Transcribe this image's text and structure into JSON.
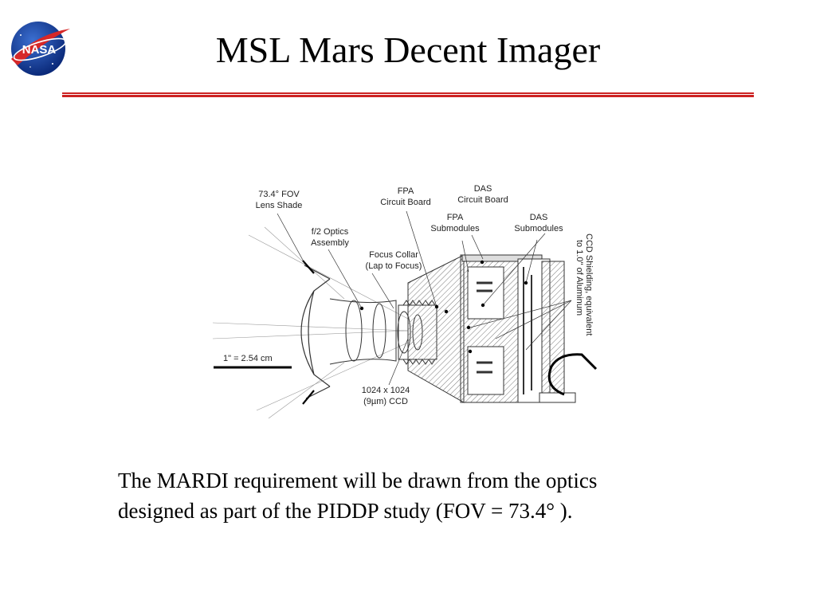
{
  "header": {
    "title": "MSL Mars Decent Imager",
    "logo_text": "NASA",
    "rule_color": "#cc2222"
  },
  "diagram": {
    "labels": {
      "fov": [
        "73.4° FOV",
        "Lens Shade"
      ],
      "optics": [
        "f/2 Optics",
        "Assembly"
      ],
      "fpa_board": [
        "FPA",
        "Circuit Board"
      ],
      "das_board": [
        "DAS",
        "Circuit Board"
      ],
      "fpa_sub": [
        "FPA",
        "Submodules"
      ],
      "das_sub": [
        "DAS",
        "Submodules"
      ],
      "focus": [
        "Focus Collar",
        "(Lap to Focus)"
      ],
      "shield": [
        "CCD Shielding, equivalent",
        "to 1.0\" of Aluminum"
      ],
      "scale": "1\" = 2.54 cm",
      "ccd": [
        "1024 x 1024",
        "(9µm) CCD"
      ]
    }
  },
  "caption": {
    "line1": "The MARDI requirement will be drawn from the optics",
    "line2": "designed as part of the PIDDP study (FOV = 73.4° )."
  }
}
